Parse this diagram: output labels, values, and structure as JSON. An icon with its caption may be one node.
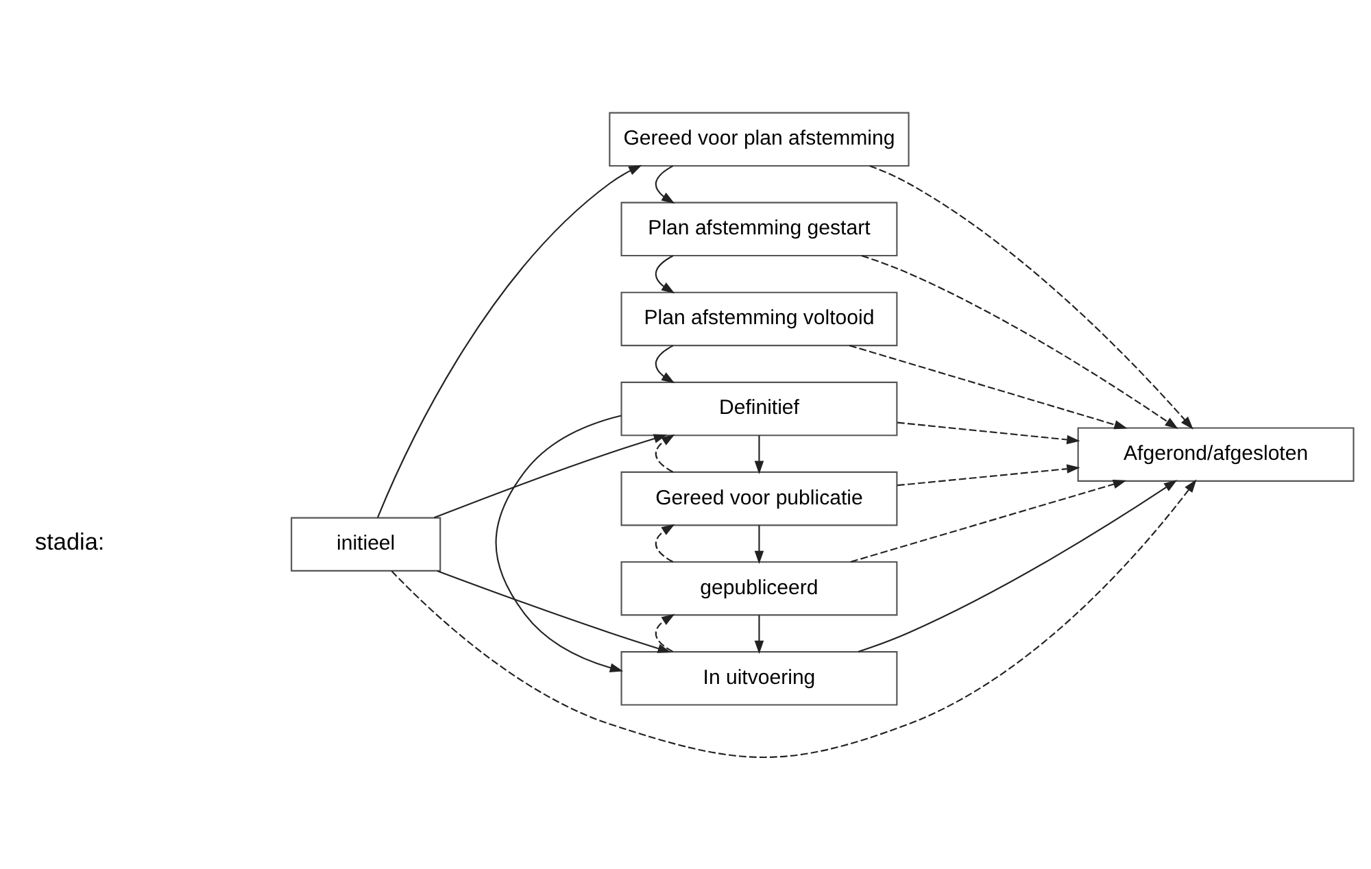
{
  "diagram": {
    "nodes": [
      {
        "text": [
          "initieel"
        ]
      },
      {
        "text": [
          "Gereed voor plan afstemming"
        ]
      },
      {
        "text": [
          "Plan afstemming gestart"
        ]
      },
      {
        "text": [
          "Plan afstemming voltooid"
        ]
      },
      {
        "text": [
          "Definitief"
        ]
      },
      {
        "text": [
          "Gereed voor publicatie"
        ]
      },
      {
        "text": [
          "gepubliceerd"
        ]
      },
      {
        "text": [
          "In uitvoering"
        ]
      },
      {
        "text": [
          "Afgerond/afgesloten"
        ]
      }
    ],
    "edges": [
      {
        "from": 0,
        "to": 8,
        "arrow": "to",
        "style": "dashed"
      },
      {
        "from": 0,
        "to": 1,
        "arrow": "to"
      },
      {
        "from": 0,
        "to": 4,
        "arrow": "to"
      },
      {
        "from": 0,
        "to": 7,
        "arrow": "to"
      },
      {
        "from": 1,
        "to": 2,
        "arrow": "to"
      },
      {
        "from": 2,
        "to": 3,
        "arrow": "to"
      },
      {
        "from": 3,
        "to": 4,
        "arrow": "to"
      },
      {
        "from": 4,
        "to": 5,
        "arrow": "to"
      },
      {
        "from": 5,
        "to": 6,
        "arrow": "to"
      },
      {
        "from": 6,
        "to": 7,
        "arrow": "to"
      },
      {
        "from": 5,
        "to": 4,
        "arrow": "to",
        "style": "dashed"
      },
      {
        "from": 6,
        "to": 5,
        "arrow": "to",
        "style": "dashed"
      },
      {
        "from": 7,
        "to": 6,
        "arrow": "to",
        "style": "dashed"
      },
      {
        "from": 4,
        "to": 7,
        "arrow": "to"
      },
      {
        "from": 1,
        "to": 8,
        "arrow": "to",
        "style": "dashed"
      },
      {
        "from": 2,
        "to": 8,
        "arrow": "to",
        "style": "dashed"
      },
      {
        "from": 3,
        "to": 8,
        "arrow": "to",
        "style": "dashed"
      },
      {
        "from": 4,
        "to": 8,
        "arrow": "to",
        "style": "dashed"
      },
      {
        "from": 5,
        "to": 8,
        "arrow": "to",
        "style": "dashed"
      },
      {
        "from": 6,
        "to": 8,
        "arrow": "to",
        "style": "dashed"
      },
      {
        "from": 7,
        "to": 8,
        "arrow": "to"
      }
    ],
    "labels": [
      "stadia:"
    ]
  }
}
